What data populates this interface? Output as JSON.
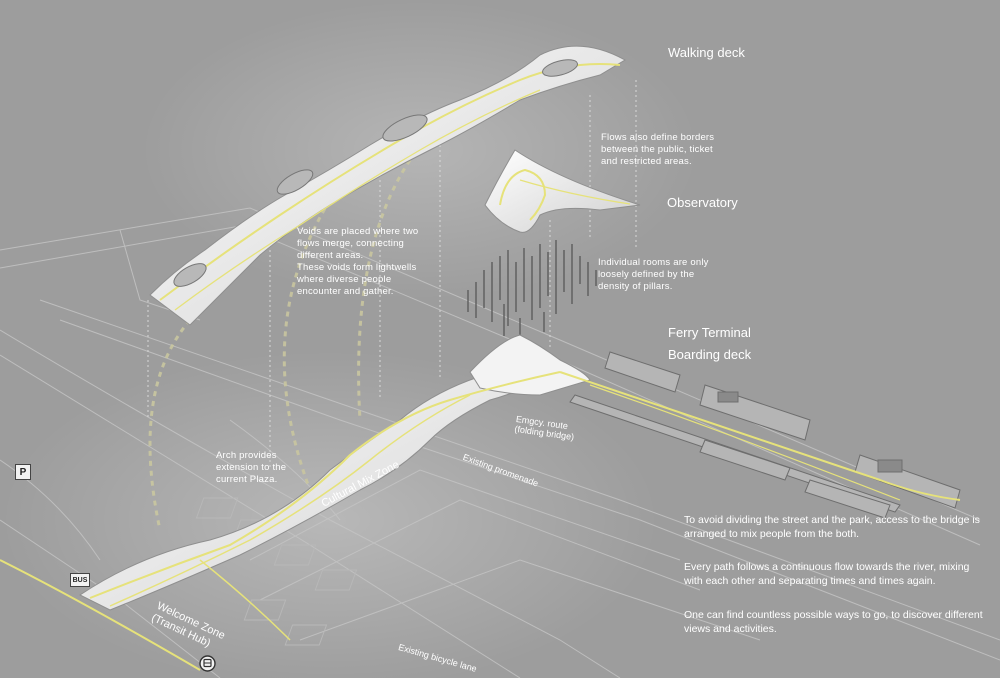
{
  "labels": {
    "walking_deck": "Walking deck",
    "observatory": "Observatory",
    "ferry_terminal": "Ferry Terminal",
    "boarding_deck": "Boarding deck"
  },
  "notes": {
    "flows_borders": "Flows also define borders\nbetween the public, ticket\nand restricted areas.",
    "voids": "Voids are placed where two\nflows merge, connecting\ndifferent areas.\nThese voids form lightwells\nwhere diverse people\nencounter and gather.",
    "rooms": "Individual rooms are only\nloosely defined by the\ndensity of pillars.",
    "arch": "Arch provides\nextension to the\ncurrent Plaza.",
    "emergency_route": "Emgcy. route\n(folding bridge)"
  },
  "map_labels": {
    "existing_promenade": "Existing promenade",
    "cultural_mix_zone": "Cultural Mix Zone",
    "welcome_zone": "Welcome Zone\n(Transit Hub)",
    "existing_bicycle_lane": "Existing bicycle lane"
  },
  "symbols": {
    "parking": "P",
    "bus": "BUS"
  },
  "paragraphs": [
    "To avoid dividing the street and the park, access to the bridge is arranged to mix people from the both.",
    "Every path follows a continuous flow towards the river, mixing with each other and separating times and times again.",
    "One can find countless possible ways to go, to discover different views and activities."
  ],
  "colors": {
    "background": "#9c9c9c",
    "flow": "#e6e27a",
    "structure": "#f4f4f4",
    "text": "#ffffff"
  },
  "icons": [
    "metro-icon"
  ]
}
